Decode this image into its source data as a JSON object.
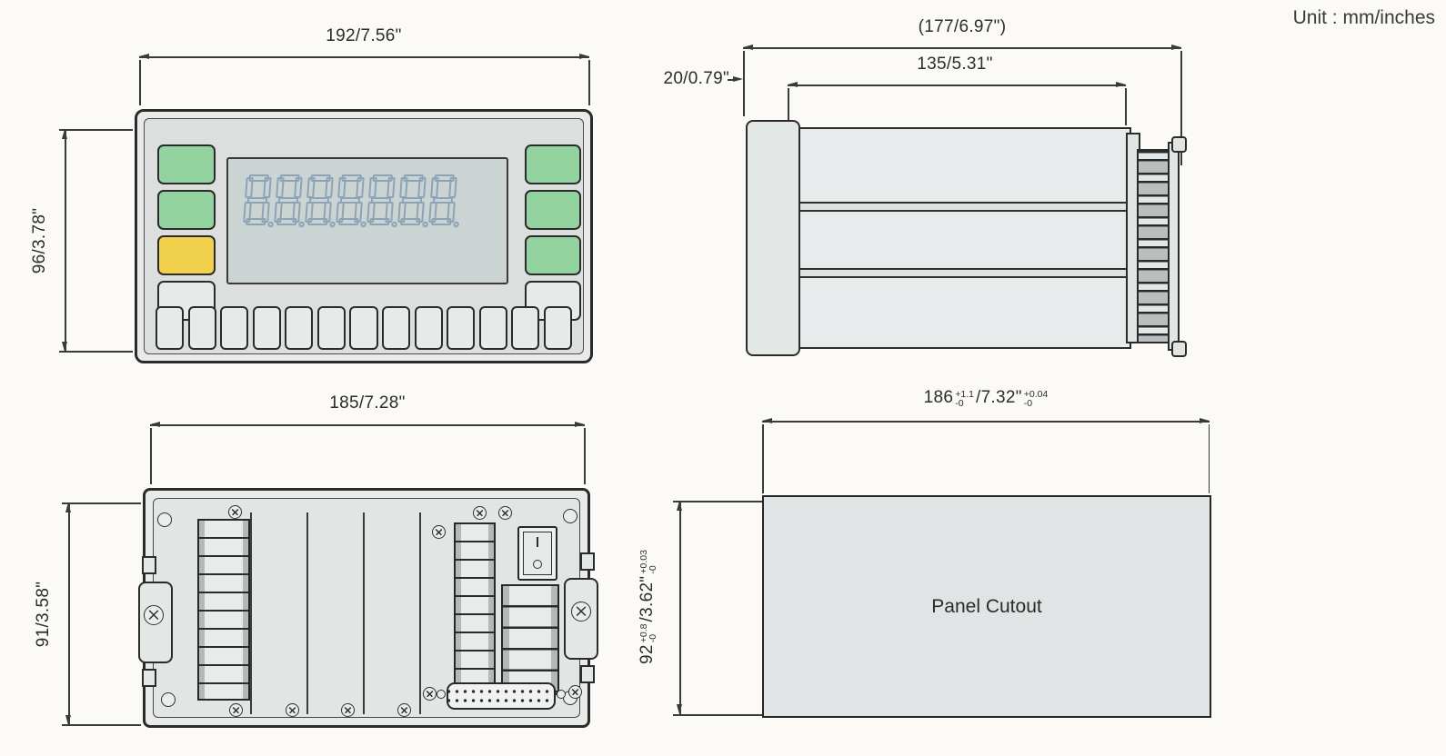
{
  "unit_note": "Unit : mm/inches",
  "front_view": {
    "width_dim": "192/7.56\"",
    "height_dim": "96/3.78\"",
    "display_digits": "8888888",
    "left_keys": [
      "green",
      "green",
      "yellow",
      "gray"
    ],
    "right_keys": [
      "green",
      "green",
      "green",
      "gray"
    ],
    "bottom_key_count": 13
  },
  "side_view": {
    "overall_depth_dim": "(177/6.97\")",
    "case_depth_dim": "135/5.31\"",
    "bezel_depth_dim": "20/0.79\""
  },
  "rear_view": {
    "width_dim": "185/7.28\"",
    "height_dim": "91/3.58\""
  },
  "panel_cutout": {
    "label": "Panel Cutout",
    "width_mm": "186",
    "width_mm_tol_plus": "+1.1",
    "width_mm_tol_minus": "-0",
    "width_in": "7.32\"",
    "width_in_tol_plus": "+0.04",
    "width_in_tol_minus": "-0",
    "height_mm": "92",
    "height_mm_tol_plus": "+0.8",
    "height_mm_tol_minus": "-0",
    "height_in": "3.62\"",
    "height_in_tol_plus": "+0.03",
    "height_in_tol_minus": "-0",
    "separator": "/"
  },
  "colors": {
    "key_green": "#93d3a0",
    "key_yellow": "#f2d14d",
    "key_gray": "#e6eae8",
    "digit_outline": "#8da4b6",
    "line": "#3a3a3a"
  }
}
